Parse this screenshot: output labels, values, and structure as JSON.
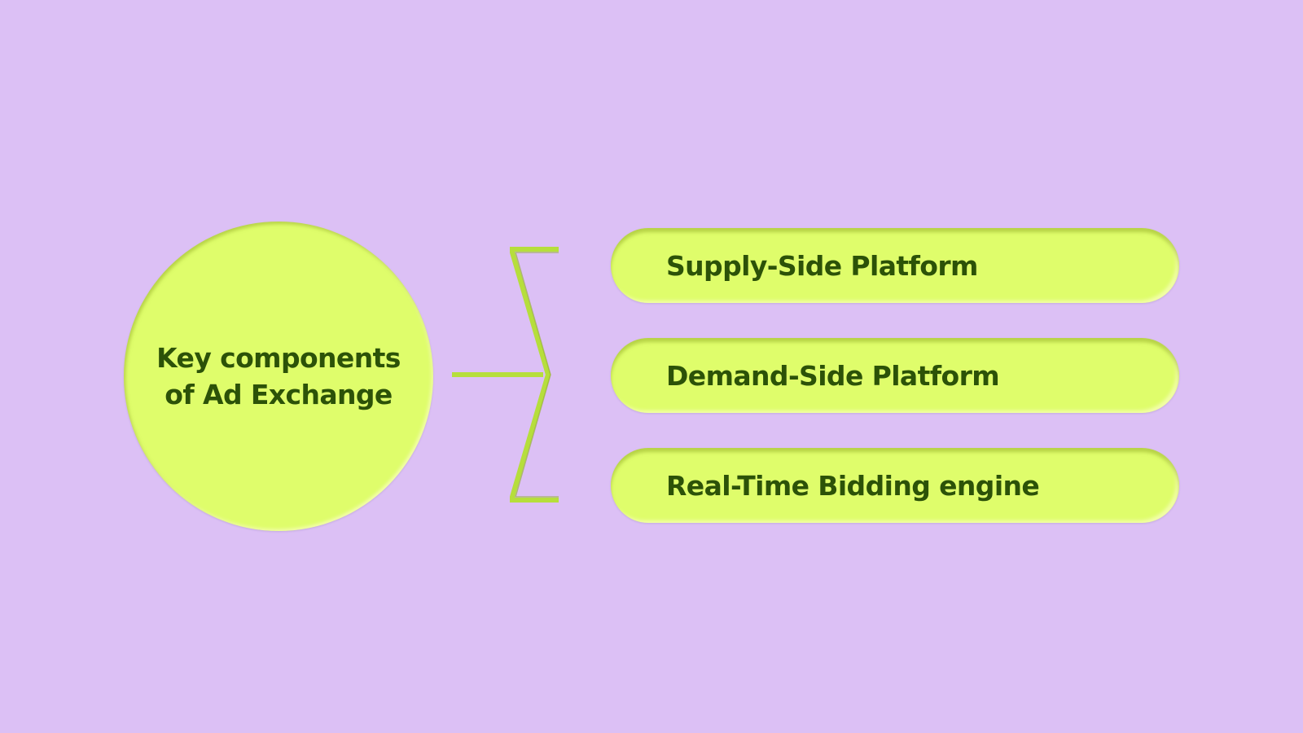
{
  "diagram": {
    "hub": {
      "title": "Key components of Ad Exchange"
    },
    "items": [
      {
        "label": "Supply-Side Platform"
      },
      {
        "label": "Demand-Side Platform"
      },
      {
        "label": "Real-Time Bidding engine"
      }
    ]
  },
  "colors": {
    "background": "#dcc0f5",
    "shape_fill": "#dffd6b",
    "text": "#2c5208",
    "connector": "#b6de3c"
  }
}
